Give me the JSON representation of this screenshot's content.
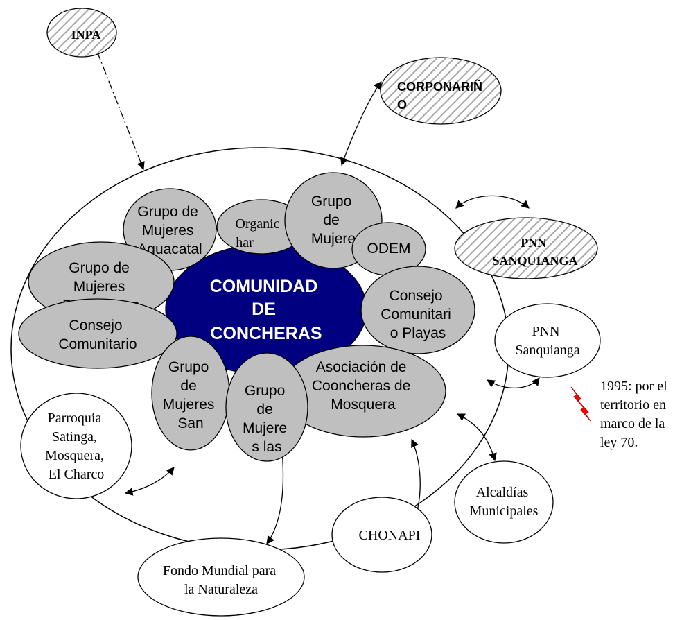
{
  "center": {
    "lines": [
      "COMUNIDAD",
      "DE",
      "CONCHERAS"
    ],
    "color": "#000080"
  },
  "inner_groups": {
    "aguacatal": [
      "Grupo de",
      "Mujeres",
      "Aguacatal"
    ],
    "organic": [
      "Organic",
      "har"
    ],
    "grupo_top": [
      "Grupo",
      "de",
      "Mujere"
    ],
    "odem": [
      "ODEM"
    ],
    "pangamosa": [
      "Grupo de",
      "Mujeres",
      "Pangamosa"
    ],
    "consejo_left": [
      "Consejo",
      "Comunitario"
    ],
    "consejo_playas": [
      "Consejo",
      "Comunitari",
      "o Playas"
    ],
    "san": [
      "Grupo",
      "de",
      "Mujeres",
      "San"
    ],
    "las": [
      "Grupo",
      "de",
      "Mujere",
      "s las"
    ],
    "asociacion": [
      "Asociación de",
      "Cooncheras de",
      "Mosquera"
    ]
  },
  "external": {
    "inpa": "INPA",
    "corponarino": [
      "CORPONARIÑ",
      "O"
    ],
    "pnn_hatched": [
      "PNN",
      "SANQUIANGA"
    ],
    "pnn_white": [
      "PNN",
      "Sanquianga"
    ],
    "parroquia": [
      "Parroquia",
      "Satinga,",
      "Mosquera,",
      "El Charco"
    ],
    "alcaldias": [
      "Alcaldías",
      "Municipales"
    ],
    "chonapi": "CHONAPI",
    "fondo": [
      "Fondo Mundial para",
      "la Naturaleza"
    ]
  },
  "note": [
    "1995:  por el",
    "territorio en",
    "marco de la",
    "ley 70."
  ],
  "colors": {
    "inner_fill": "#bfbfbf",
    "lightning": "#ff0000"
  }
}
